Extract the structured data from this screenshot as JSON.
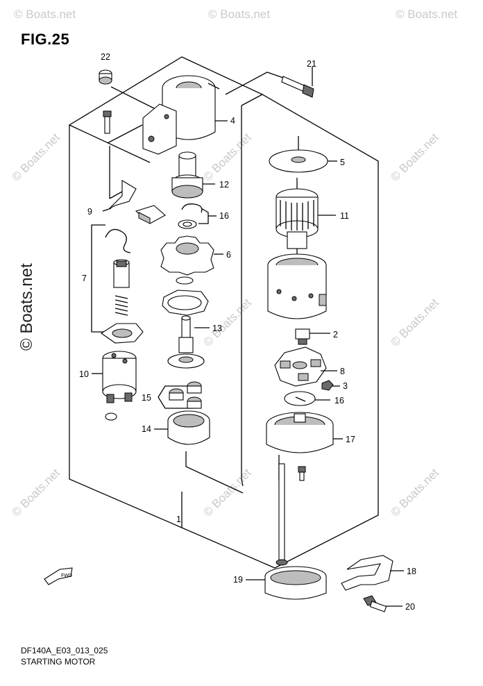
{
  "figure": {
    "title": "FIG.25",
    "code": "DF140A_E03_013_025",
    "caption": "STARTING MOTOR",
    "fwd_label": "FWD"
  },
  "watermark": {
    "text": "© Boats.net"
  },
  "callouts": {
    "c1": "1",
    "c2": "2",
    "c3": "3",
    "c4": "4",
    "c5": "5",
    "c6": "6",
    "c7": "7",
    "c8": "8",
    "c9": "9",
    "c10": "10",
    "c11": "11",
    "c12": "12",
    "c13": "13",
    "c14": "14",
    "c15": "15",
    "c16a": "16",
    "c16b": "16",
    "c17": "17",
    "c18": "18",
    "c19": "19",
    "c20": "20",
    "c21": "21",
    "c22": "22"
  }
}
